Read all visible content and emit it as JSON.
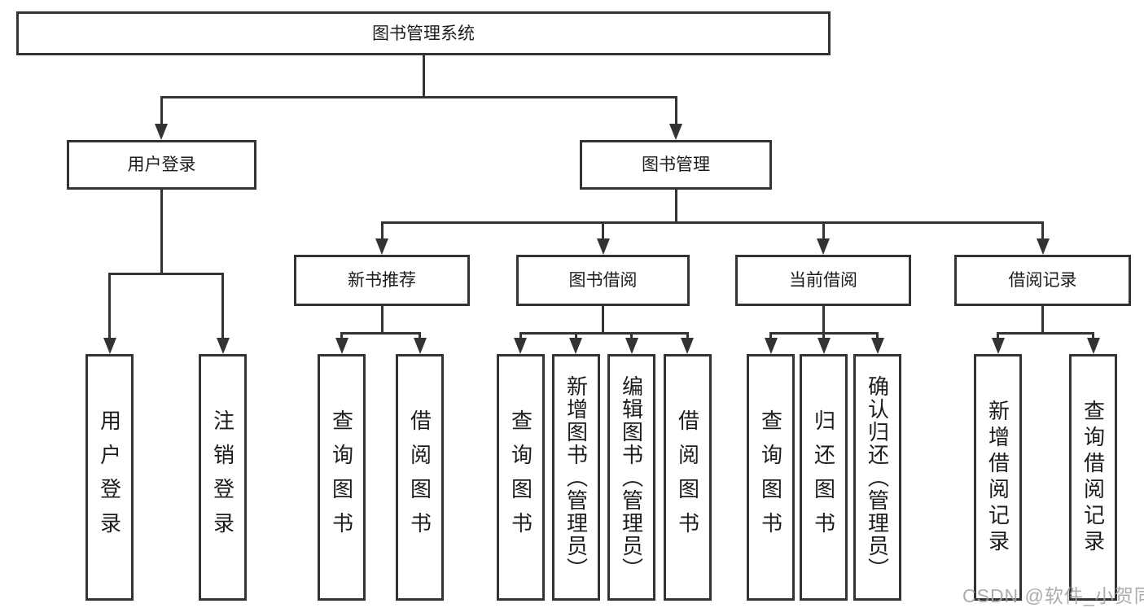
{
  "tree": {
    "label": "图书管理系统",
    "children": [
      {
        "label": "用户登录",
        "children": [
          {
            "label": "用户登录"
          },
          {
            "label": "注销登录"
          }
        ]
      },
      {
        "label": "图书管理",
        "children": [
          {
            "label": "新书推荐",
            "children": [
              {
                "label": "查询图书"
              },
              {
                "label": "借阅图书"
              }
            ]
          },
          {
            "label": "图书借阅",
            "children": [
              {
                "label": "查询图书"
              },
              {
                "label": "新增图书（管理员）"
              },
              {
                "label": "编辑图书（管理员）"
              },
              {
                "label": "借阅图书"
              }
            ]
          },
          {
            "label": "当前借阅",
            "children": [
              {
                "label": "查询图书"
              },
              {
                "label": "归还图书"
              },
              {
                "label": "确认归还（管理员）"
              }
            ]
          },
          {
            "label": "借阅记录",
            "children": [
              {
                "label": "新增借阅记录"
              },
              {
                "label": "查询借阅记录"
              }
            ]
          }
        ]
      }
    ]
  },
  "watermark": {
    "text": "CSDN @软件_小贺同学"
  },
  "colors": {
    "line": "#333333",
    "text": "#1c1c1c",
    "background": "#ffffff",
    "watermark": "#a5a5a5"
  }
}
